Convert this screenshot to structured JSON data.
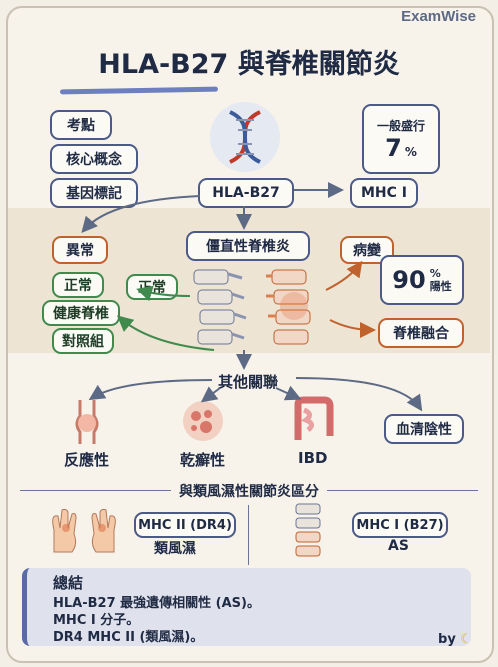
{
  "brand": "ExamWise",
  "title": "HLA-B27 與脊椎關節炎",
  "left_tags": [
    "考點",
    "核心概念",
    "基因標記"
  ],
  "prevalence": {
    "label": "一般盛行",
    "value": "7",
    "unit": "%"
  },
  "hla_label": "HLA-B27",
  "mhc1_label": "MHC I",
  "as_label": "僵直性脊椎炎",
  "abnormal_label": "異常",
  "normal_labels": [
    "正常",
    "正常",
    "健康脊椎",
    "對照組"
  ],
  "lesion_label": "病變",
  "positive": {
    "value": "90",
    "unit": "%",
    "text": "陽性"
  },
  "fusion_label": "脊椎融合",
  "other_label": "其他關聯",
  "assoc": [
    "反應性",
    "乾癬性",
    "IBD"
  ],
  "seroneg_label": "血清陰性",
  "divider_text": "與類風濕性關節炎區分",
  "compare": {
    "left": {
      "mhc": "MHC II (DR4)",
      "name": "類風濕"
    },
    "right": {
      "mhc": "MHC I (B27)",
      "name": "AS"
    }
  },
  "summary": {
    "heading": "總結",
    "lines": [
      "HLA-B27 最強遺傳相關性 (AS)。",
      "MHC I 分子。",
      "DR4 MHC II (類風濕)。"
    ]
  },
  "by_label": "by",
  "colors": {
    "navy": "#1f2a44",
    "green": "#3f8a4c",
    "orange": "#c0622e",
    "accent": "#6e7fbf"
  }
}
